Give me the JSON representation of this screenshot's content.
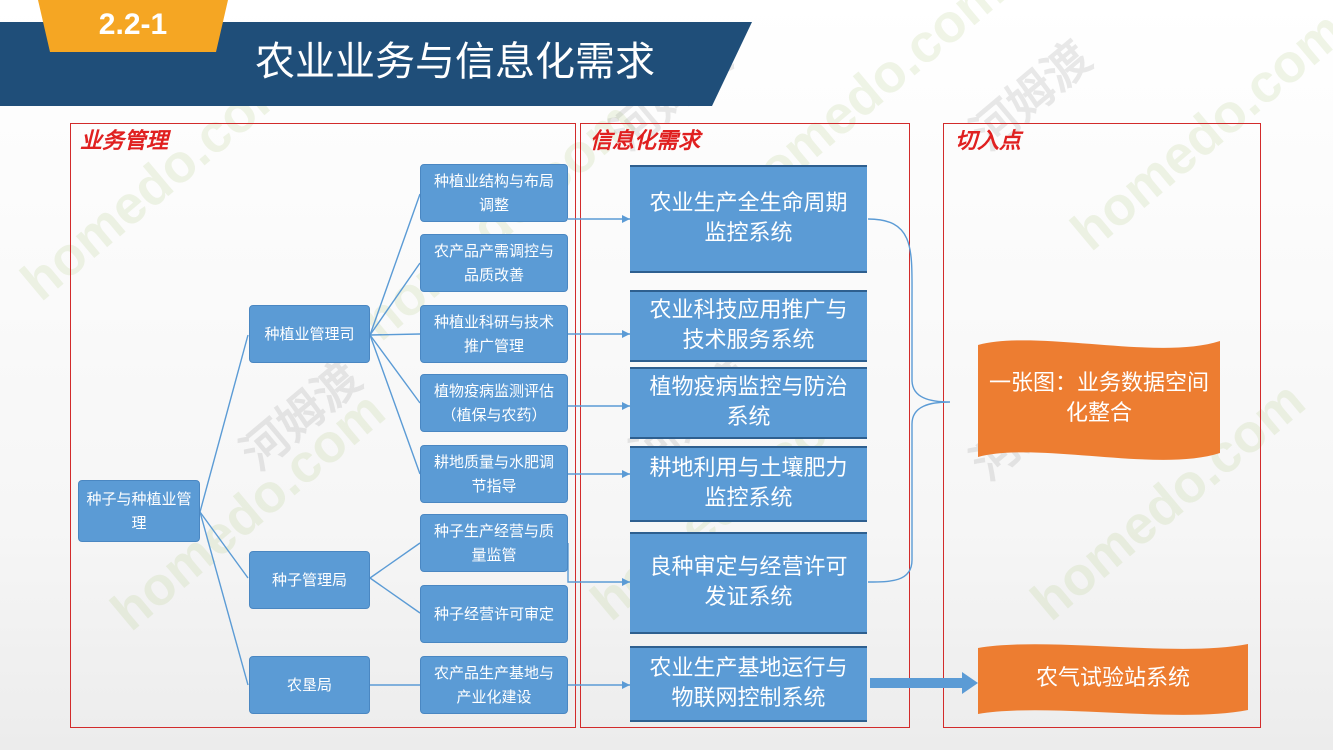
{
  "header": {
    "slide_number": "2.2-1",
    "title": "农业业务与信息化需求",
    "band_color": "#1f4e79",
    "tab_color": "#f5a623"
  },
  "panels": {
    "business": "业务管理",
    "it_needs": "信息化需求",
    "entry_points": "切入点"
  },
  "business": {
    "root": "种子与种植业管理",
    "departments": [
      "种植业管理司",
      "种子管理局",
      "农垦局"
    ],
    "tasks": [
      "种植业结构与布局调整",
      "农产品产需调控与品质改善",
      "种植业科研与技术推广管理",
      "植物疫病监测评估（植保与农药）",
      "耕地质量与水肥调节指导",
      "种子生产经营与质量监管",
      "种子经营许可审定",
      "农产品生产基地与产业化建设"
    ]
  },
  "systems": [
    "农业生产全生命周期监控系统",
    "农业科技应用推广与技术服务系统",
    "植物疫病监控与防治系统",
    "耕地利用与土壤肥力监控系统",
    "良种审定与经营许可发证系统",
    "农业生产基地运行与物联网控制系统"
  ],
  "entry_points": [
    "一张图：业务数据空间化整合",
    "农气试验站系统"
  ],
  "watermarks": {
    "site": "homedo.com",
    "brand": "河姆渡"
  },
  "colors": {
    "box_blue": "#5b9bd5",
    "panel_border": "#d22b2b",
    "panel_title": "#e02020",
    "banner_orange": "#ed7d31"
  }
}
